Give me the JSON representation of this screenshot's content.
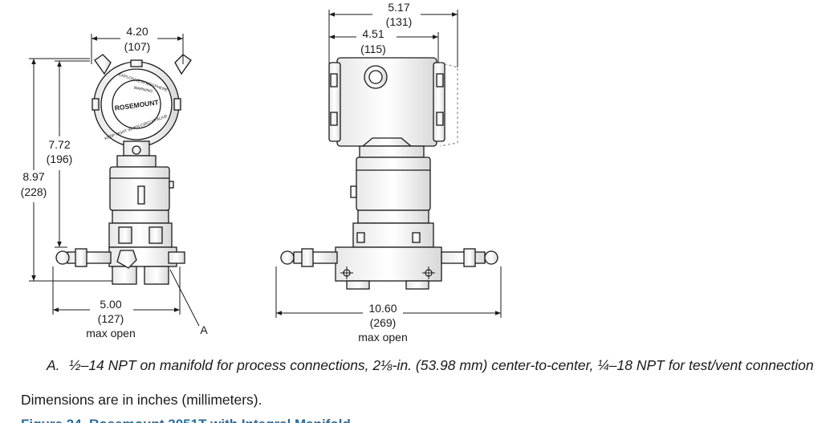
{
  "dimensions": {
    "left_width": {
      "in": "4.20",
      "mm": "(107)"
    },
    "right_outer_width": {
      "in": "5.17",
      "mm": "(131)"
    },
    "right_inner_width": {
      "in": "4.51",
      "mm": "(115)"
    },
    "height_upper": {
      "in": "7.72",
      "mm": "(196)"
    },
    "height_total": {
      "in": "8.97",
      "mm": "(228)"
    },
    "left_bottom": {
      "in": "5.00",
      "mm": "(127)",
      "note": "max open"
    },
    "right_bottom": {
      "in": "10.60",
      "mm": "(269)",
      "note": "max open"
    }
  },
  "callout_label": "A",
  "housing_labels": {
    "brand": "ROSEMOUNT",
    "ring_top": "EXPLOSIVE ATMOSPHERE",
    "ring_warning": "WARNING",
    "ring_bottom": "KEEP TIGHT WHEN CIRCUIT ALIVE"
  },
  "footnote": {
    "key": "A.",
    "text": "½–14 NPT on manifold for process connections, 2⅛-in. (53.98 mm) center-to-center, ¼–18 NPT for test/vent connection"
  },
  "units_note": "Dimensions are in inches (millimeters).",
  "caption_partial": "Figure 24. Rosemount 3051T with Integral Manifold"
}
